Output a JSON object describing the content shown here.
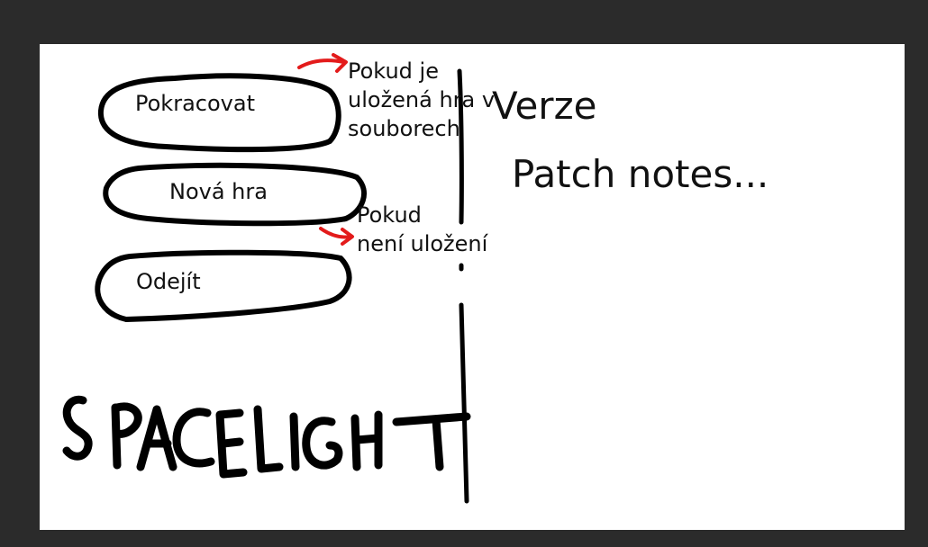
{
  "menu": {
    "continue_label": "Pokracovat",
    "new_game_label": "Nová hra",
    "quit_label": "Odejít"
  },
  "annotations": {
    "saved_note": [
      "Pokud je",
      "uložená hra v",
      "souborech"
    ],
    "no_save_note": [
      "Pokud",
      "není uložení"
    ]
  },
  "side_panel": {
    "version_label": "Verze",
    "patch_notes_label": "Patch notes..."
  },
  "logo_text": "SPACELIGHT",
  "colors": {
    "frame": "#2b2b2b",
    "canvas": "#ffffff",
    "ink": "#000000",
    "arrow": "#e31b1b"
  }
}
